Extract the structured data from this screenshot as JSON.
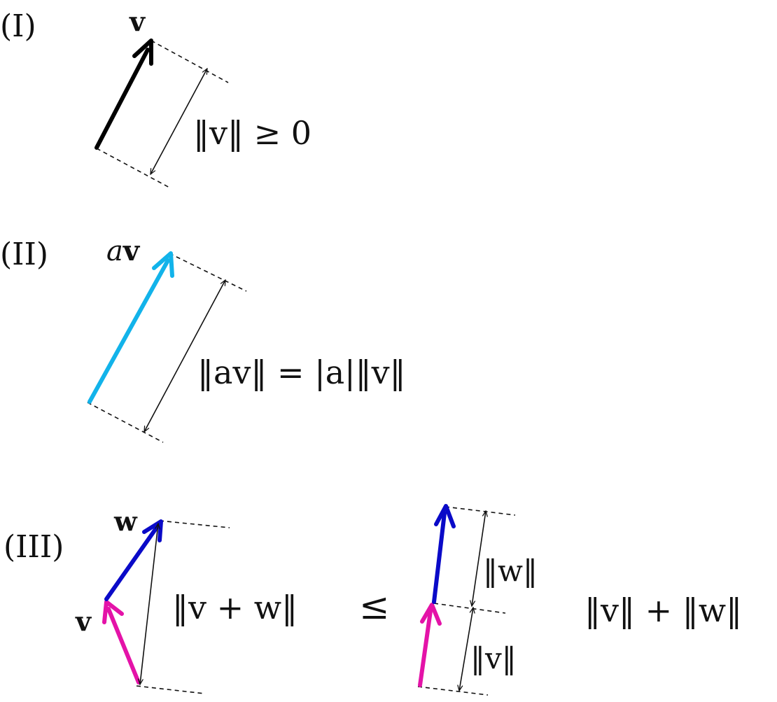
{
  "panel_1": {
    "label": "(I)",
    "vector_label": "v",
    "formula": "‖v‖ ≥ 0"
  },
  "panel_2": {
    "label": "(II)",
    "vector_label_scalar": "a",
    "vector_label_vec": "v",
    "formula": "‖av‖ = |a|‖v‖"
  },
  "panel_3": {
    "label": "(III)",
    "w_label": "w",
    "v_label": "v",
    "formula_lhs": "‖v + w‖",
    "relation": "≤",
    "formula_w": "‖w‖",
    "formula_v": "‖v‖",
    "formula_rhs": "‖v‖ + ‖w‖"
  },
  "colors": {
    "vector_black": "#000000",
    "vector_cyan": "#12b3ea",
    "vector_blue": "#0a0ac8",
    "vector_magenta": "#e413a8"
  }
}
